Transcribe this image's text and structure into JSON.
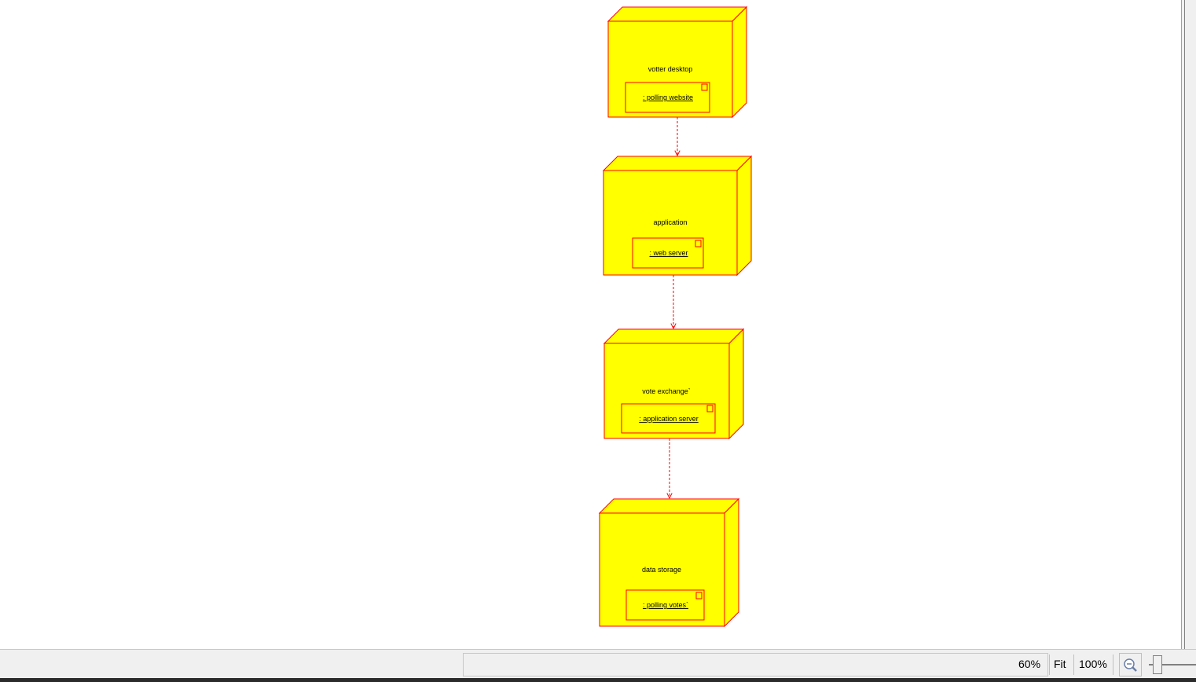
{
  "diagram": {
    "nodes": [
      {
        "id": "n1",
        "label": "votter desktop",
        "component": ": polling website"
      },
      {
        "id": "n2",
        "label": "application",
        "component": ": web server"
      },
      {
        "id": "n3",
        "label": "vote exchange`",
        "component": ": application server"
      },
      {
        "id": "n4",
        "label": "data storage",
        "component": ": polling votes`"
      }
    ],
    "dependencies": [
      {
        "from": "n1",
        "to": "n2"
      },
      {
        "from": "n2",
        "to": "n3"
      },
      {
        "from": "n3",
        "to": "n4"
      }
    ],
    "colors": {
      "node_fill": "#ffff00",
      "node_stroke": "#ff0000",
      "arrow": "#ff0000"
    }
  },
  "statusbar": {
    "zoom_value": "60%",
    "fit_label": "Fit",
    "actual_size_label": "100%",
    "zoom_out_icon": "magnifier-minus-icon"
  }
}
